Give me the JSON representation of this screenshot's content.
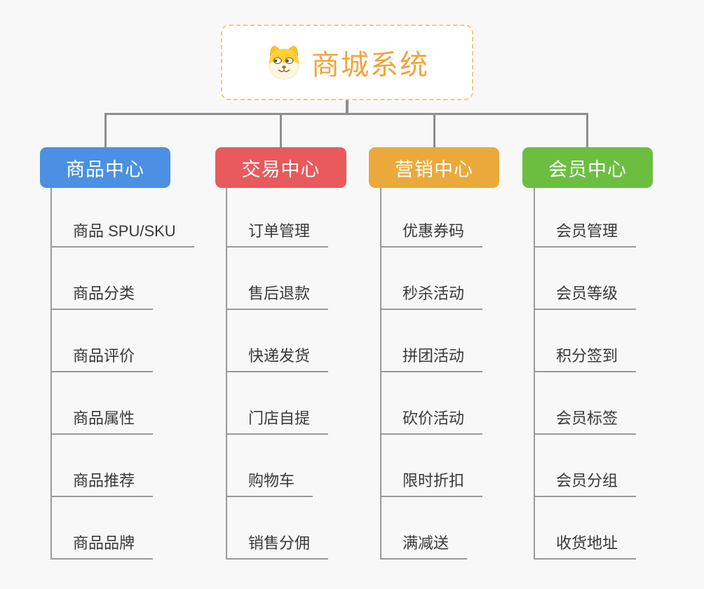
{
  "background": "#f8f8f8",
  "connector_color": "#8e8e8e",
  "underline_color": "#9a9a9a",
  "root": {
    "title": "商城系统",
    "icon": "dog-face-icon",
    "border_color": "#f3c87e",
    "text_color": "#f0a53c"
  },
  "branches": [
    {
      "label": "商品中心",
      "color": "#4b90e2",
      "items": [
        "商品 SPU/SKU",
        "商品分类",
        "商品评价",
        "商品属性",
        "商品推荐",
        "商品品牌"
      ]
    },
    {
      "label": "交易中心",
      "color": "#e85a5c",
      "items": [
        "订单管理",
        "售后退款",
        "快递发货",
        "门店自提",
        "购物车",
        "销售分佣"
      ]
    },
    {
      "label": "营销中心",
      "color": "#eba93b",
      "items": [
        "优惠券码",
        "秒杀活动",
        "拼团活动",
        "砍价活动",
        "限时折扣",
        "满减送"
      ]
    },
    {
      "label": "会员中心",
      "color": "#6cbe41",
      "items": [
        "会员管理",
        "会员等级",
        "积分签到",
        "会员标签",
        "会员分组",
        "收货地址"
      ]
    }
  ]
}
